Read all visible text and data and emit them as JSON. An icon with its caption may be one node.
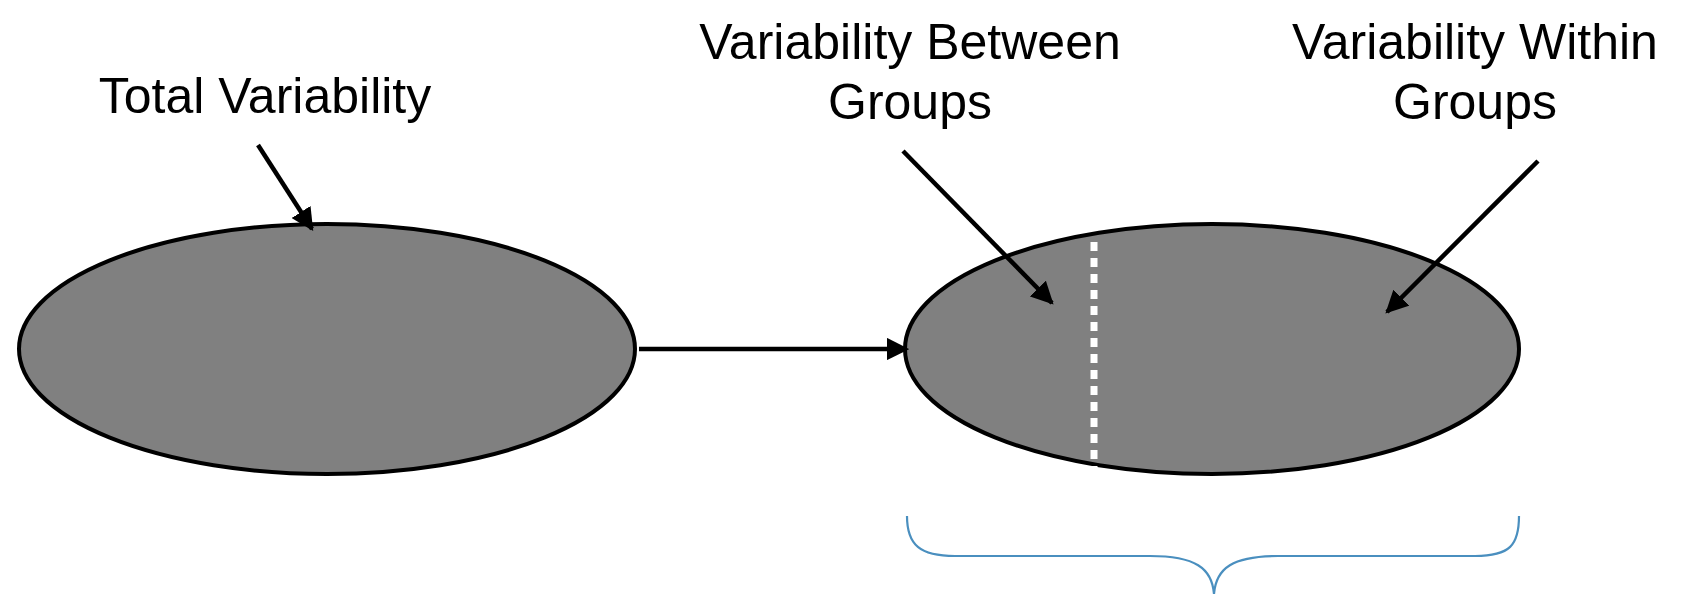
{
  "diagram": {
    "nodes": [
      {
        "text": [
          "Total Variability"
        ]
      },
      {
        "text": [],
        "shape": "ellipse"
      },
      {
        "text": [
          "Variability Between Groups"
        ]
      },
      {
        "text": [
          "Variability Within Groups"
        ]
      },
      {
        "text": [],
        "shape": "ellipse"
      }
    ],
    "edges": [
      {
        "from": 0,
        "to": 1,
        "arrow": "to"
      },
      {
        "from": 1,
        "to": 4,
        "arrow": "to"
      },
      {
        "from": 2,
        "to": 4,
        "arrow": "to"
      },
      {
        "from": 3,
        "to": 4,
        "arrow": "to"
      }
    ]
  }
}
